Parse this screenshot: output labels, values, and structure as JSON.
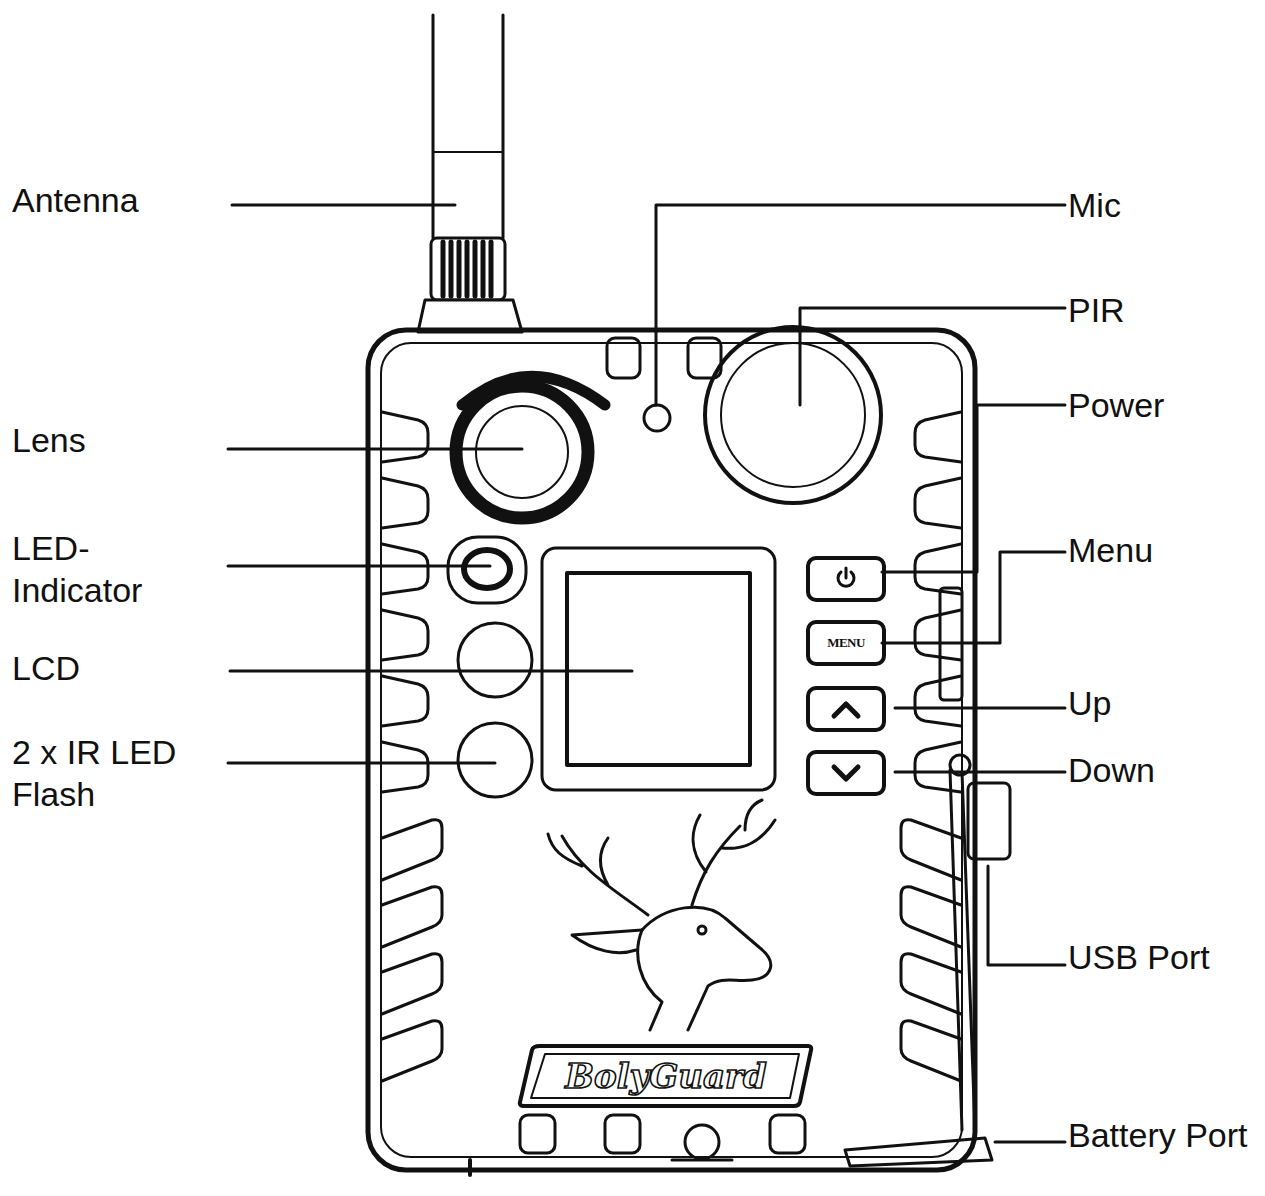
{
  "diagram": {
    "labels": [
      "Antenna",
      "Mic",
      "PIR",
      "Power",
      "Lens",
      "LED- Indicator",
      "Menu",
      "MENU",
      "LCD",
      "Up",
      "2 x IR LED Flash",
      "Down",
      "BolyGuard",
      "USB Port",
      "Battery Port"
    ]
  }
}
